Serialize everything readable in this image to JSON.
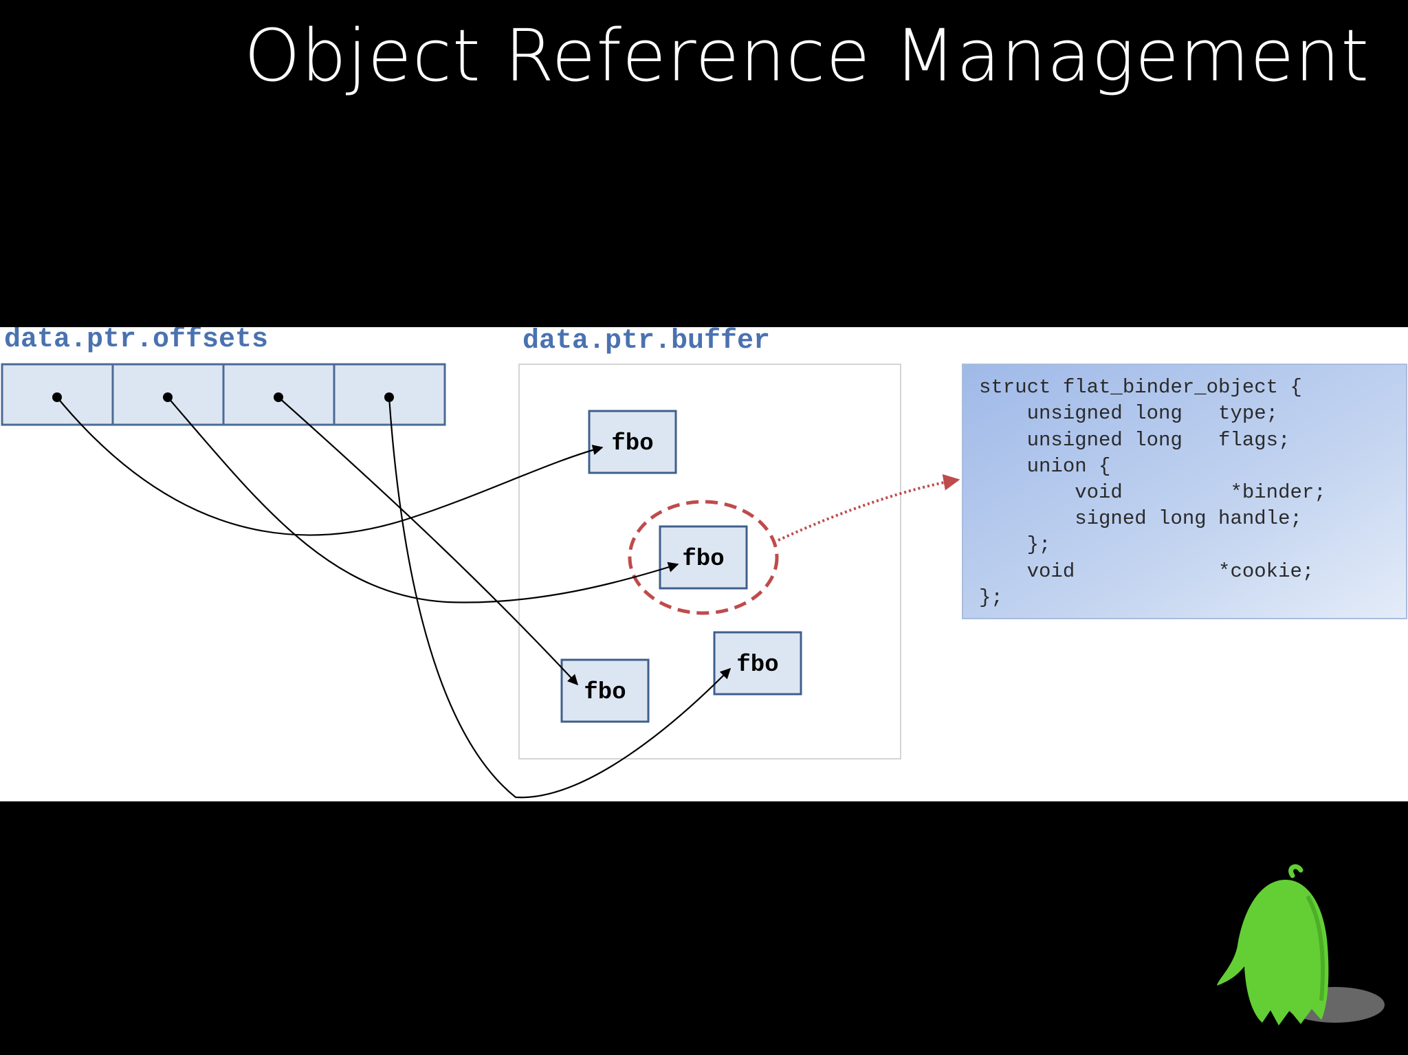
{
  "slide": {
    "title": "Object Reference Management"
  },
  "diagram": {
    "offsets_label": "data.ptr.offsets",
    "buffer_label": "data.ptr.buffer",
    "fbo_label": "fbo",
    "struct_lines": [
      "struct flat_binder_object {",
      "    unsigned long   type;",
      "    unsigned long   flags;",
      "    union {",
      "        void         *binder;",
      "        signed long handle;",
      "    };",
      "    void            *cookie;",
      "};"
    ]
  },
  "colors": {
    "label_blue": "#4a72b0",
    "cell_fill": "#dce6f2",
    "highlight_red": "#bf4b4b",
    "mascot_green": "#63cf35"
  },
  "icons": {
    "mascot": "green-ghost-mascot-icon"
  }
}
